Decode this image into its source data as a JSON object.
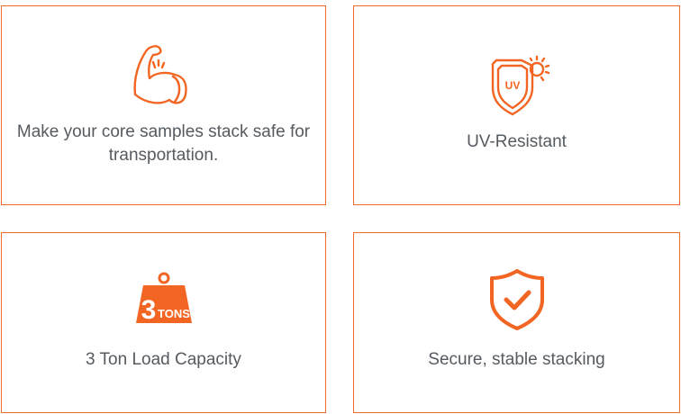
{
  "accent_color": "#f26522",
  "features": [
    {
      "icon": "flexed-bicep-icon",
      "label": "Make your core samples stack safe for transportation."
    },
    {
      "icon": "uv-shield-sun-icon",
      "label": "UV-Resistant",
      "icon_text": "UV"
    },
    {
      "icon": "weight-3-tons-icon",
      "label": "3 Ton Load Capacity",
      "icon_text_big": "3",
      "icon_text_small": "TONS"
    },
    {
      "icon": "shield-check-icon",
      "label": "Secure, stable stacking"
    }
  ]
}
